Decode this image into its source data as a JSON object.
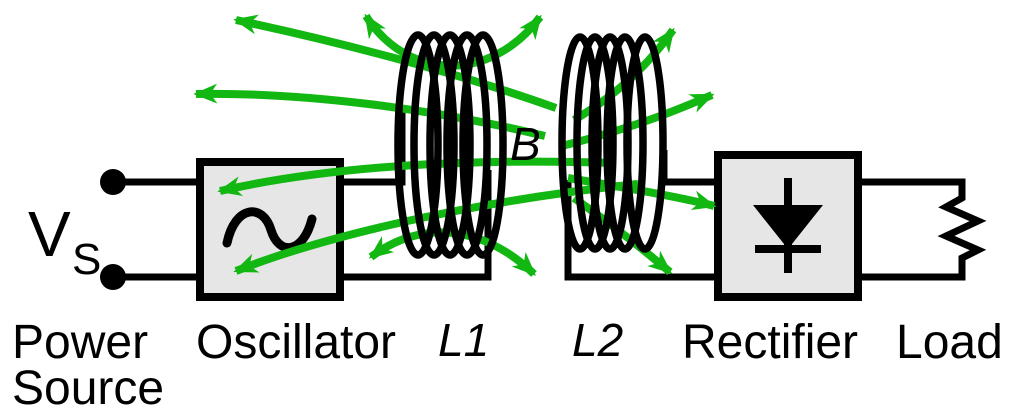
{
  "colors": {
    "field_line": "#12b712",
    "wire": "#000000",
    "box_fill": "#e6e6e6",
    "background": "#ffffff",
    "text": "#000000"
  },
  "source": {
    "symbol_main": "V",
    "symbol_sub": "S",
    "label_line1": "Power",
    "label_line2": "Source"
  },
  "oscillator": {
    "label": "Oscillator"
  },
  "coils": {
    "primary_label": "L1",
    "secondary_label": "L2",
    "field_label": "B"
  },
  "rectifier": {
    "label": "Rectifier"
  },
  "load": {
    "label": "Load"
  }
}
